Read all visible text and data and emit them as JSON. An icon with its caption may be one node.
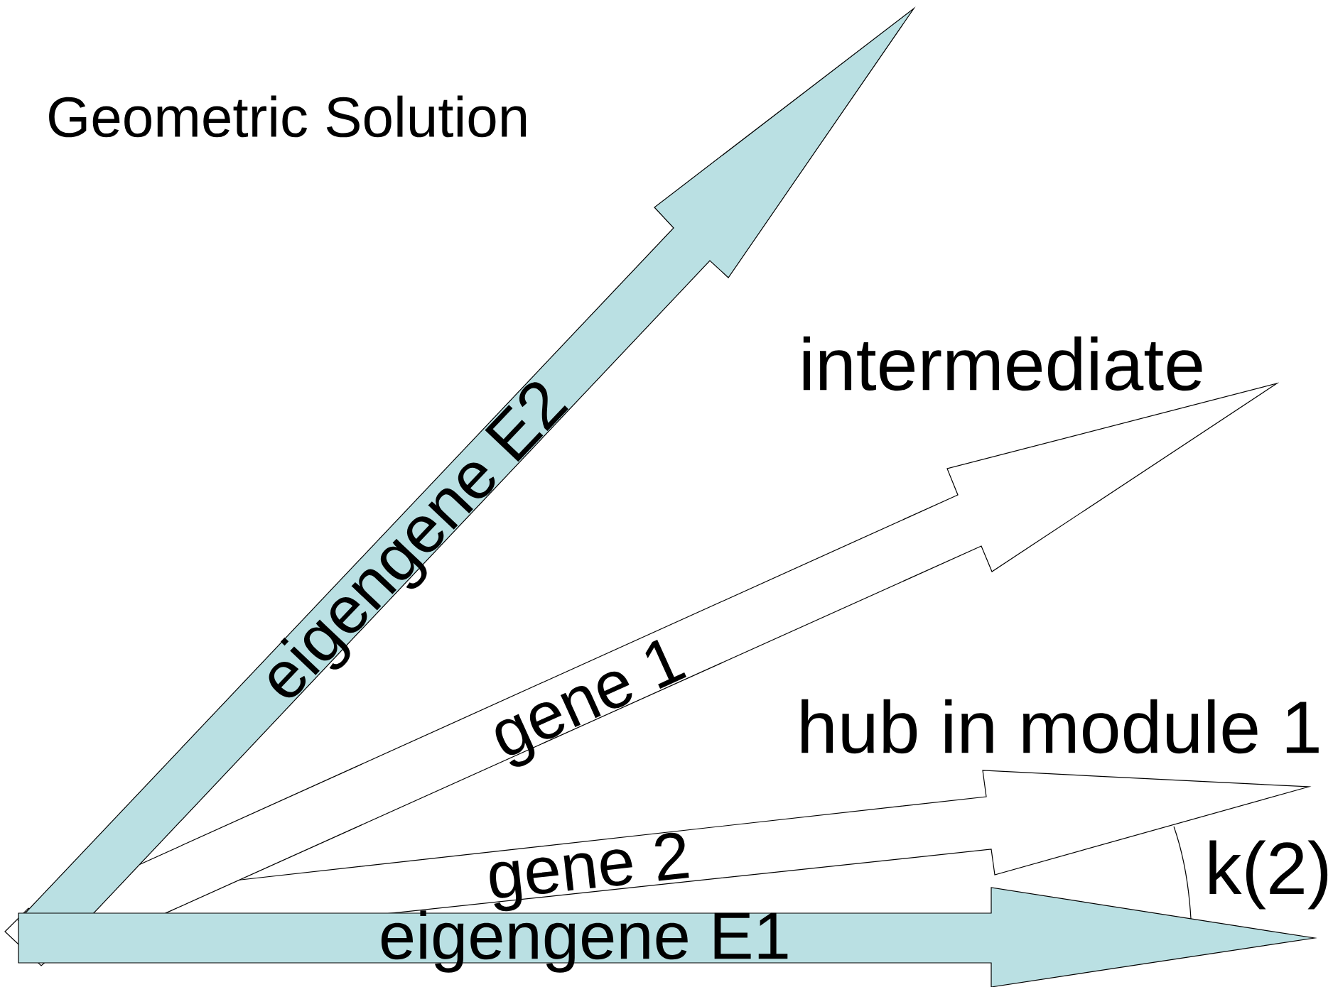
{
  "diagram": {
    "title": "Geometric Solution",
    "nodes": [
      {
        "text": [
          "eigengene E2"
        ]
      },
      {
        "text": [
          "gene 1"
        ],
        "beside": [
          "intermediate"
        ]
      },
      {
        "text": [
          "gene 2"
        ],
        "beside": [
          "hub in module 1"
        ]
      },
      {
        "text": [
          "eigengene E1"
        ]
      }
    ],
    "labels": [
      "k(2)"
    ]
  }
}
